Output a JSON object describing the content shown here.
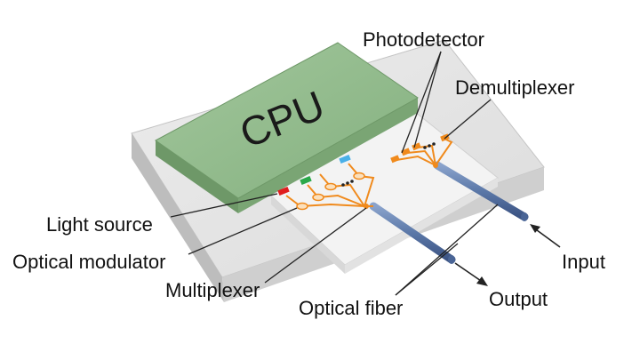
{
  "diagram": {
    "chip_label": "CPU",
    "labels": {
      "photodetector": "Photodetector",
      "demultiplexer": "Demultiplexer",
      "light_source": "Light source",
      "optical_modulator": "Optical modulator",
      "multiplexer": "Multiplexer",
      "input": "Input",
      "output": "Output",
      "optical_fiber": "Optical fiber"
    },
    "colors": {
      "cpu": "#8fb98a",
      "waveguide": "#f08a1c",
      "fiber": "#5b78a8",
      "laser_red": "#e01e1e",
      "laser_green": "#2aa84a",
      "laser_blue": "#4ab0e8"
    }
  }
}
